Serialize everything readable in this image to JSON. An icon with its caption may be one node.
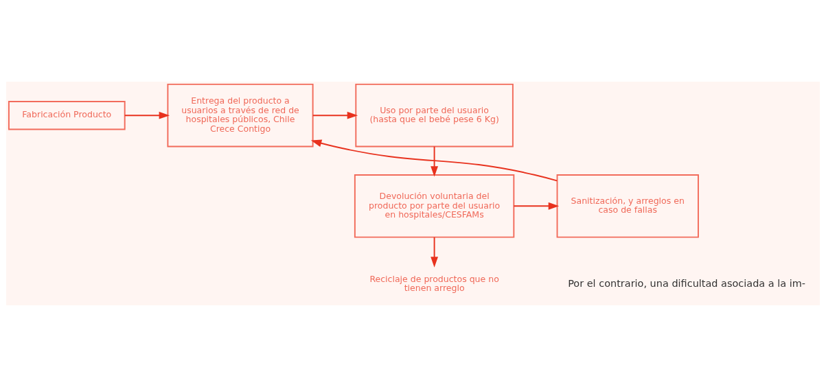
{
  "diagram": {
    "nodes": [
      {
        "text": [
          "Fabricación Producto"
        ]
      },
      {
        "text": [
          "Entrega del producto a usuarios a través de red de hospitales públicos, Chile Crece Contigo"
        ]
      },
      {
        "text": [
          "Uso por parte del usuario (hasta que el bebé pese 6 Kg)"
        ]
      },
      {
        "text": [
          "Sanitización, y arreglos en caso de fallas"
        ]
      },
      {
        "text": [
          "Devolución voluntaria del producto por parte del usuario en hospitales/CESFAMs"
        ]
      },
      {
        "text": [
          "Reciclaje de productos que no tienen arreglo"
        ]
      }
    ],
    "edges": [
      {
        "from": 0,
        "to": 1,
        "arrow": "to"
      },
      {
        "from": 1,
        "to": 2,
        "arrow": "to"
      },
      {
        "from": 2,
        "to": 4,
        "arrow": "to"
      },
      {
        "from": 4,
        "to": 3,
        "arrow": "to"
      },
      {
        "from": 3,
        "to": 1,
        "arrow": "to"
      },
      {
        "from": 4,
        "to": 5,
        "arrow": "to"
      }
    ],
    "labels": [
      "Por el contrario, una dificultad asociada a la im-"
    ]
  }
}
